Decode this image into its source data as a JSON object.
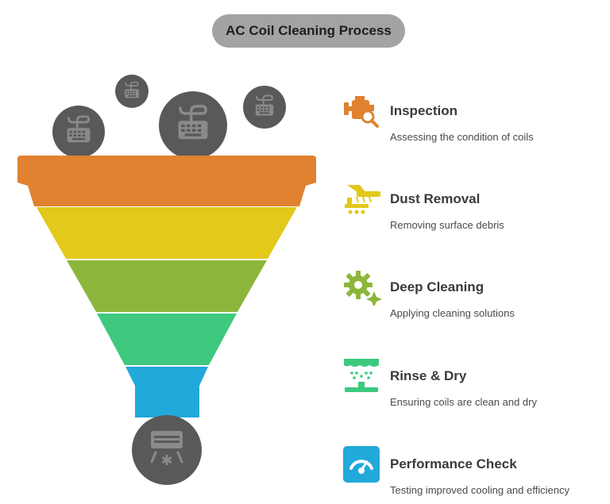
{
  "title": "AC Coil Cleaning Process",
  "steps": [
    {
      "title": "Inspection",
      "desc": "Assessing the condition of coils",
      "color": "#e0822f",
      "icon": "engine-search-icon"
    },
    {
      "title": "Dust Removal",
      "desc": "Removing surface debris",
      "color": "#e2c91a",
      "icon": "vacuum-cleaner-icon"
    },
    {
      "title": "Deep Cleaning",
      "desc": "Applying cleaning solutions",
      "color": "#8cb63b",
      "icon": "gear-sparkle-icon"
    },
    {
      "title": "Rinse & Dry",
      "desc": "Ensuring coils are clean and dry",
      "color": "#3ec97f",
      "icon": "shower-tray-icon"
    },
    {
      "title": "Performance Check",
      "desc": "Testing improved cooling and efficiency",
      "color": "#21a9da",
      "icon": "gauge-icon"
    }
  ],
  "colors": {
    "title_pill": "#a3a3a3",
    "circle_gray": "#595959",
    "glyph_gray": "#8a8a8a"
  },
  "input_icons": [
    "dusty-keyboard-icon",
    "dusty-keyboard-icon",
    "dusty-keyboard-icon",
    "dusty-keyboard-icon"
  ],
  "output_icon": "air-conditioner-icon"
}
